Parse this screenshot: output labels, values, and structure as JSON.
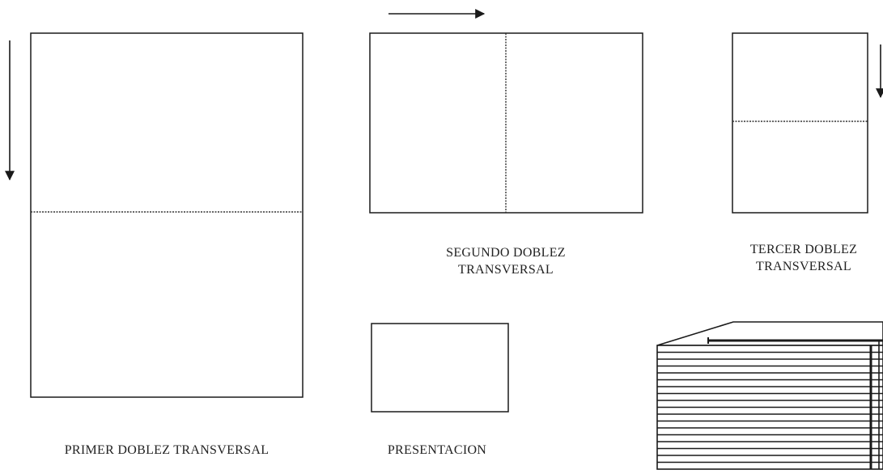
{
  "labels": {
    "primer": "PRIMER DOBLEZ TRANSVERSAL",
    "segundo": [
      "SEGUNDO DOBLEZ",
      "TRANSVERSAL"
    ],
    "tercer": [
      "TERCER DOBLEZ",
      "TRANSVERSAL"
    ],
    "presentacion": "PRESENTACION"
  },
  "arrows": {
    "primer": "down",
    "segundo": "right",
    "tercer": "down"
  },
  "stack": {
    "sheet_count": 18
  },
  "colors": {
    "line": "#1a1a1a",
    "fold_line": "#333333",
    "text": "#222222",
    "background": "#ffffff"
  }
}
